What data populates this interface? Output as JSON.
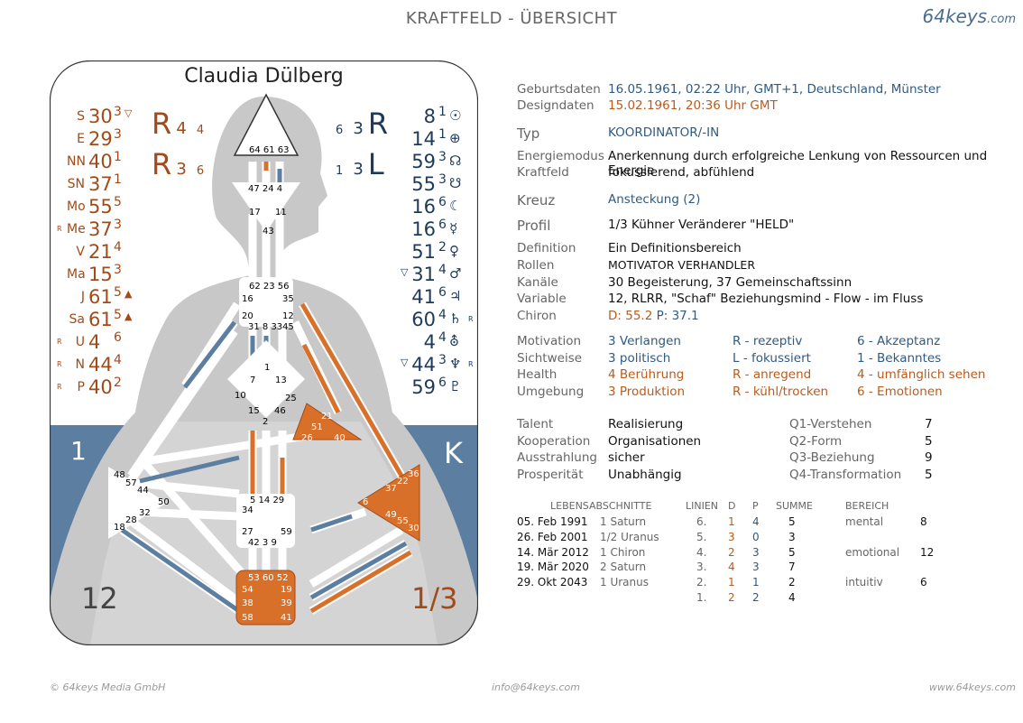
{
  "header": {
    "title": "KRAFTFELD - ÜBERSICHT",
    "brand": "64keys",
    "brand_suffix": ".com"
  },
  "footer": {
    "copyright": "© 64keys Media GmbH",
    "email": "info@64keys.com",
    "website": "www.64keys.com"
  },
  "chart": {
    "name": "Claudia Dülberg",
    "left_big": "1",
    "right_big": "K",
    "bottom_left": "12",
    "bottom_right": "1/3",
    "design_arrows": [
      {
        "l": "R",
        "n": "4",
        "m": "4"
      },
      {
        "l": "R",
        "n": "3",
        "m": "6"
      }
    ],
    "personality_arrows": [
      {
        "m": "6",
        "n": "3",
        "l": "R"
      },
      {
        "m": "1",
        "n": "3",
        "l": "L"
      }
    ],
    "design_planets": [
      {
        "p": "S",
        "g": "30",
        "l": "3",
        "x": "▽",
        "r": ""
      },
      {
        "p": "E",
        "g": "29",
        "l": "3",
        "x": "",
        "r": ""
      },
      {
        "p": "NN",
        "g": "40",
        "l": "1",
        "x": "",
        "r": ""
      },
      {
        "p": "SN",
        "g": "37",
        "l": "1",
        "x": "",
        "r": ""
      },
      {
        "p": "Mo",
        "g": "55",
        "l": "5",
        "x": "",
        "r": ""
      },
      {
        "p": "Me",
        "g": "37",
        "l": "3",
        "x": "",
        "r": "R"
      },
      {
        "p": "V",
        "g": "21",
        "l": "4",
        "x": "",
        "r": ""
      },
      {
        "p": "Ma",
        "g": "15",
        "l": "3",
        "x": "",
        "r": ""
      },
      {
        "p": "J",
        "g": "61",
        "l": "5",
        "x": "▲",
        "r": ""
      },
      {
        "p": "Sa",
        "g": "61",
        "l": "5",
        "x": "▲",
        "r": ""
      },
      {
        "p": "U",
        "g": "4",
        "l": "6",
        "x": "",
        "r": "R"
      },
      {
        "p": "N",
        "g": "44",
        "l": "4",
        "x": "",
        "r": "R"
      },
      {
        "p": "P",
        "g": "40",
        "l": "2",
        "x": "",
        "r": "R"
      }
    ],
    "personality_planets": [
      {
        "g": "8",
        "l": "1",
        "s": "☉",
        "x": "",
        "r": ""
      },
      {
        "g": "14",
        "l": "1",
        "s": "⊕",
        "x": "",
        "r": ""
      },
      {
        "g": "59",
        "l": "3",
        "s": "☊",
        "x": "",
        "r": ""
      },
      {
        "g": "55",
        "l": "3",
        "s": "☋",
        "x": "",
        "r": ""
      },
      {
        "g": "16",
        "l": "6",
        "s": "☾",
        "x": "",
        "r": ""
      },
      {
        "g": "16",
        "l": "6",
        "s": "☿",
        "x": "",
        "r": ""
      },
      {
        "g": "51",
        "l": "2",
        "s": "♀",
        "x": "",
        "r": ""
      },
      {
        "g": "31",
        "l": "4",
        "s": "♂",
        "x": "▽",
        "r": ""
      },
      {
        "g": "41",
        "l": "6",
        "s": "♃",
        "x": "",
        "r": ""
      },
      {
        "g": "60",
        "l": "4",
        "s": "♄",
        "x": "",
        "r": "R"
      },
      {
        "g": "4",
        "l": "4",
        "s": "⛢",
        "x": "",
        "r": ""
      },
      {
        "g": "44",
        "l": "3",
        "s": "♆",
        "x": "▽",
        "r": "R"
      },
      {
        "g": "59",
        "l": "6",
        "s": "♇",
        "x": "",
        "r": ""
      }
    ],
    "colors": {
      "design": "#a14a1a",
      "personality": "#1e3a5a",
      "defined": "#d9702a",
      "blue_band": "#5c7fa1",
      "body": "#c8c8c8",
      "channel": "#ffffff"
    }
  },
  "info": {
    "birth_label": "Geburtsdaten",
    "birth_value": "16.05.1961, 02:22 Uhr, GMT+1, Deutschland, Münster",
    "design_label": "Designdaten",
    "design_value": "15.02.1961, 20:36 Uhr GMT",
    "type_label": "Typ",
    "type_value": "KOORDINATOR/-IN",
    "energy_label": "Energiemodus",
    "energy_value": "Anerkennung durch erfolgreiche Lenkung von Ressourcen und Energie",
    "field_label": "Kraftfeld",
    "field_value": "fokussierend, abfühlend",
    "cross_label": "Kreuz",
    "cross_value": "Ansteckung (2)",
    "profile_label": "Profil",
    "profile_value": "1/3 Kühner Veränderer \"HELD\"",
    "definition_label": "Definition",
    "definition_value": "Ein Definitionsbereich",
    "roles_label": "Rollen",
    "roles_value": "MOTIVATOR VERHANDLER",
    "channels_label": "Kanäle",
    "channels_value": "30 Begeisterung, 37 Gemeinschaftssinn",
    "variable_label": "Variable",
    "variable_value": "12, RLRR, \"Schaf\" Beziehungsmind - Flow - im Fluss",
    "chiron_label": "Chiron",
    "chiron_d": "D: 55.2",
    "chiron_p": "P: 37.1",
    "variables": [
      {
        "label": "Motivation",
        "a": "3 Verlangen",
        "b": "R - rezeptiv",
        "c": "6 - Akzeptanz",
        "color": "blue"
      },
      {
        "label": "Sichtweise",
        "a": "3 politisch",
        "b": "L - fokussiert",
        "c": "1 - Bekanntes",
        "color": "blue"
      },
      {
        "label": "Health",
        "a": "4 Berührung",
        "b": "R - anregend",
        "c": "4 - umfänglich sehen",
        "color": "org"
      },
      {
        "label": "Umgebung",
        "a": "3 Produktion",
        "b": "R - kühl/trocken",
        "c": "6 - Emotionen",
        "color": "org"
      }
    ],
    "talents": [
      {
        "label": "Talent",
        "value": "Realisierung",
        "q": "Q1-Verstehen",
        "n": "7"
      },
      {
        "label": "Kooperation",
        "value": "Organisationen",
        "q": "Q2-Form",
        "n": "5"
      },
      {
        "label": "Ausstrahlung",
        "value": "sicher",
        "q": "Q3-Beziehung",
        "n": "9"
      },
      {
        "label": "Prosperität",
        "value": "Unabhängig",
        "q": "Q4-Transformation",
        "n": "5"
      }
    ],
    "life": {
      "headers": [
        "LEBENSABSCHNITTE",
        "LINIEN",
        "D",
        "P",
        "SUMME",
        "BEREICH"
      ],
      "rows": [
        {
          "date": "05. Feb 1991",
          "phase": "1 Saturn",
          "line": "6.",
          "d": "1",
          "p": "4",
          "sum": "5",
          "area": "mental",
          "an": "8"
        },
        {
          "date": "26. Feb 2001",
          "phase": "1/2 Uranus",
          "line": "5.",
          "d": "3",
          "p": "0",
          "sum": "3",
          "area": "",
          "an": ""
        },
        {
          "date": "14. Mär 2012",
          "phase": "1 Chiron",
          "line": "4.",
          "d": "2",
          "p": "3",
          "sum": "5",
          "area": "emotional",
          "an": "12"
        },
        {
          "date": "19. Mär 2020",
          "phase": "2 Saturn",
          "line": "3.",
          "d": "4",
          "p": "3",
          "sum": "7",
          "area": "",
          "an": ""
        },
        {
          "date": "29. Okt 2043",
          "phase": "1 Uranus",
          "line": "2.",
          "d": "1",
          "p": "1",
          "sum": "2",
          "area": "intuitiv",
          "an": "6"
        },
        {
          "date": "",
          "phase": "",
          "line": "1.",
          "d": "2",
          "p": "2",
          "sum": "4",
          "area": "",
          "an": ""
        }
      ]
    }
  }
}
